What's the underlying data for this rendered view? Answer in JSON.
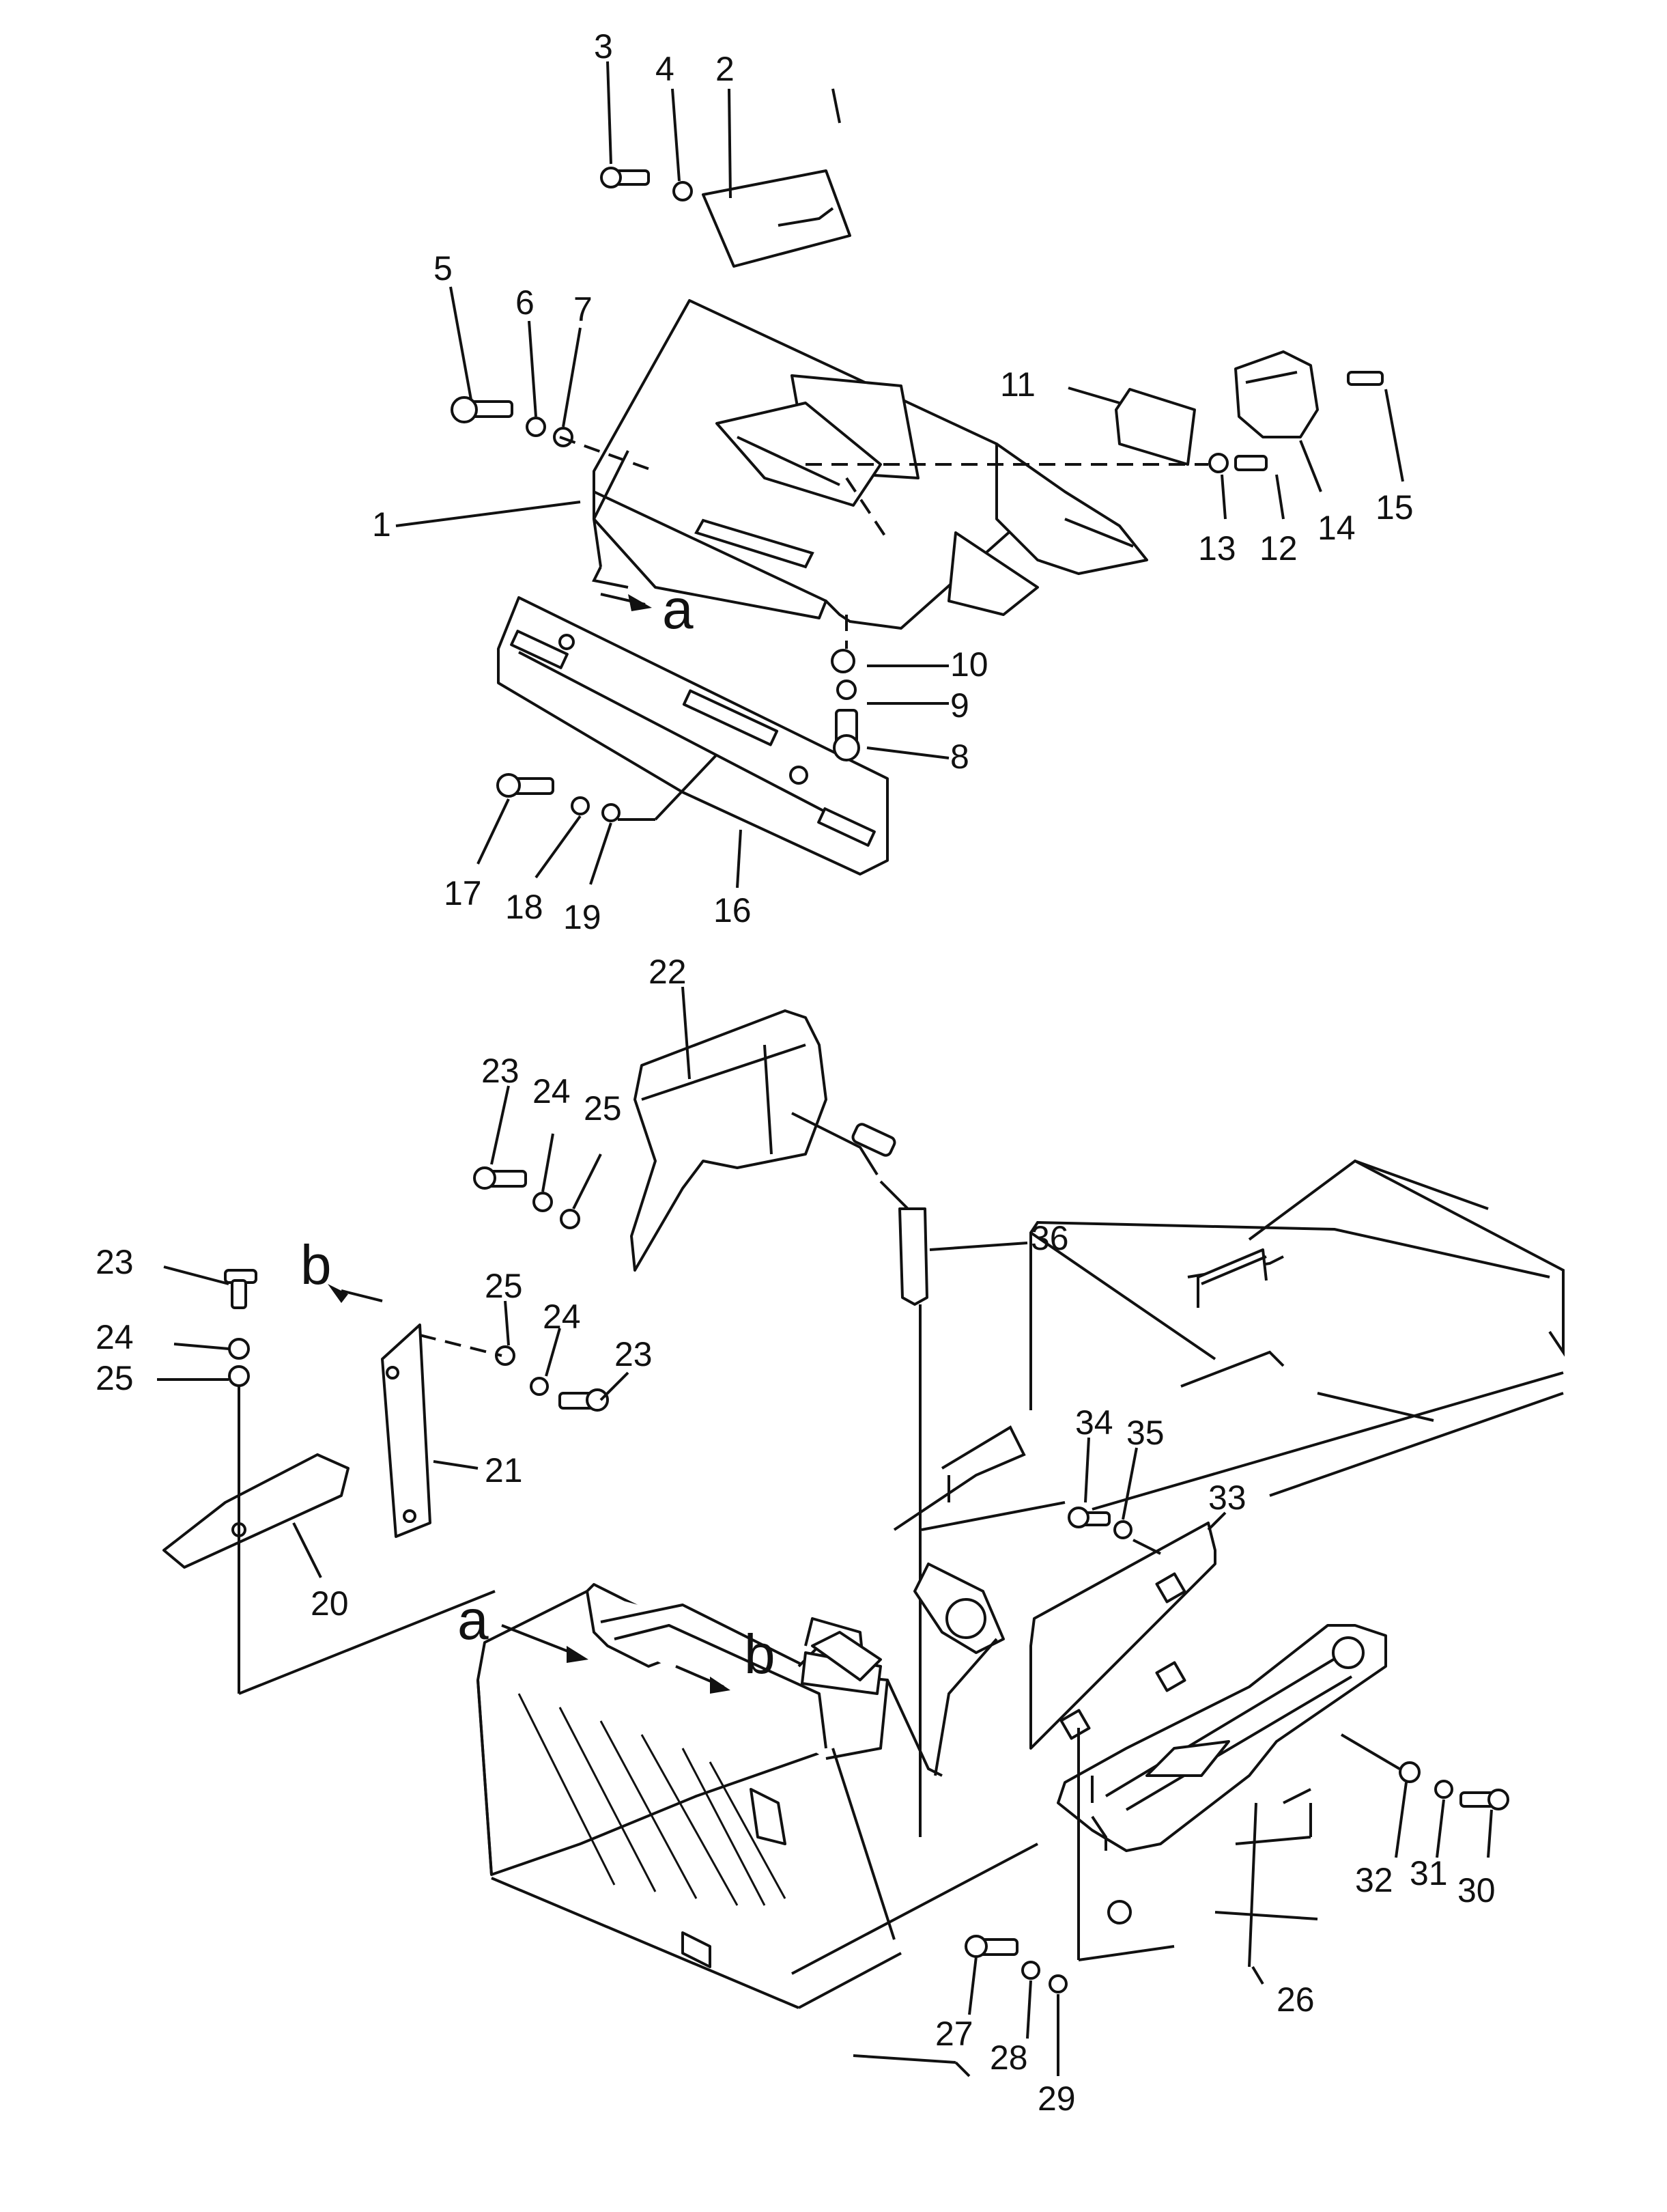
{
  "callouts": [
    "1",
    "2",
    "3",
    "4",
    "5",
    "6",
    "7",
    "8",
    "9",
    "10",
    "11",
    "12",
    "13",
    "14",
    "15",
    "16",
    "17",
    "18",
    "19",
    "20",
    "21",
    "22",
    "23",
    "24",
    "25",
    "26",
    "27",
    "28",
    "29",
    "30",
    "31",
    "32",
    "33",
    "34",
    "35",
    "36"
  ],
  "repeat_callouts": [
    "23",
    "24",
    "25"
  ],
  "view_refs": [
    "a",
    "b"
  ]
}
